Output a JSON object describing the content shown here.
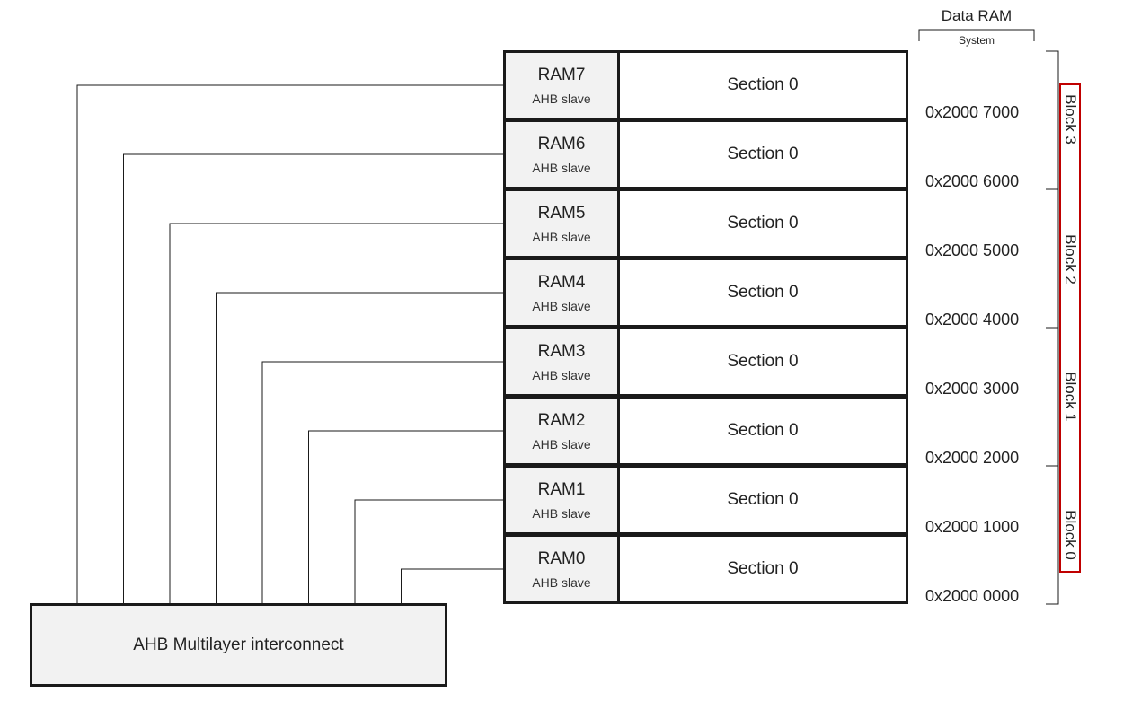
{
  "header": {
    "title": "Data RAM",
    "subtitle": "System"
  },
  "ram_rows": [
    {
      "name": "RAM7",
      "sub": "AHB slave",
      "section": "Section 0"
    },
    {
      "name": "RAM6",
      "sub": "AHB slave",
      "section": "Section 0"
    },
    {
      "name": "RAM5",
      "sub": "AHB slave",
      "section": "Section 0"
    },
    {
      "name": "RAM4",
      "sub": "AHB slave",
      "section": "Section 0"
    },
    {
      "name": "RAM3",
      "sub": "AHB slave",
      "section": "Section 0"
    },
    {
      "name": "RAM2",
      "sub": "AHB slave",
      "section": "Section 0"
    },
    {
      "name": "RAM1",
      "sub": "AHB slave",
      "section": "Section 0"
    },
    {
      "name": "RAM0",
      "sub": "AHB slave",
      "section": "Section 0"
    }
  ],
  "addresses": [
    "0x2000 7000",
    "0x2000 6000",
    "0x2000 5000",
    "0x2000 4000",
    "0x2000 3000",
    "0x2000 2000",
    "0x2000 1000",
    "0x2000 0000"
  ],
  "blocks": [
    "Block 3",
    "Block 2",
    "Block 1",
    "Block 0"
  ],
  "interconnect": {
    "label": "AHB Multilayer interconnect"
  },
  "colors": {
    "box_fill": "#f2f2f2",
    "border": "#1a1a1a",
    "block_frame": "#c00000"
  }
}
